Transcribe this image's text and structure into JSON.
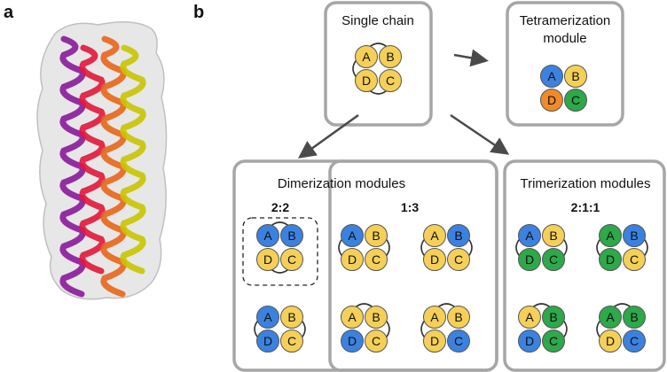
{
  "panel_labels": {
    "a": "a",
    "b": "b"
  },
  "colors": {
    "A": "#3b82e0",
    "B": "#f5d058",
    "C": "#2da84a",
    "D": "#f08a2a",
    "frame": "#a6a6a6",
    "text": "#111111"
  },
  "structure": {
    "description_icon": "coiled-coil-helix-bundle-image",
    "helix_colors": [
      "#8a1a9a",
      "#e0183a",
      "#e8651a",
      "#c9c400"
    ]
  },
  "boxes": {
    "single_chain": {
      "title": "Single chain"
    },
    "tetramerization": {
      "title_line1": "Tetramerization",
      "title_line2": "module"
    },
    "dimerization": {
      "title": "Dimerization modules",
      "label_22": "2:2",
      "label_13": "1:3"
    },
    "trimerization": {
      "title": "Trimerization modules",
      "label_211": "2:1:1"
    }
  },
  "modules": {
    "single_chain": {
      "colors": [
        "B",
        "B",
        "B",
        "B"
      ],
      "links": [
        "A-B",
        "A-D",
        "D-C"
      ]
    },
    "tetramer": {
      "colors": [
        "A",
        "B",
        "D",
        "C"
      ],
      "links": []
    },
    "dimer_22": {
      "colors": [
        "A",
        "A",
        "B",
        "B"
      ],
      "links": [
        "A-B",
        "D-C"
      ]
    },
    "dimer_22_b": {
      "colors": [
        "A",
        "B",
        "A",
        "B"
      ],
      "links": [
        "A-D",
        "B-C"
      ]
    },
    "dimer_13_1": {
      "colors": [
        "A",
        "B",
        "B",
        "B"
      ],
      "links": [
        "A-D",
        "B-C"
      ]
    },
    "dimer_13_2": {
      "colors": [
        "B",
        "A",
        "B",
        "B"
      ],
      "links": [
        "A-D",
        "B-C"
      ]
    },
    "dimer_13_3": {
      "colors": [
        "B",
        "B",
        "A",
        "B"
      ],
      "links": [
        "A-B",
        "B-C"
      ]
    },
    "dimer_13_4": {
      "colors": [
        "B",
        "B",
        "B",
        "A"
      ],
      "links": [
        "A-D",
        "A-B"
      ]
    },
    "trimer_1": {
      "colors": [
        "A",
        "B",
        "C",
        "C"
      ],
      "links": [
        "A-D",
        "B-C"
      ]
    },
    "trimer_2": {
      "colors": [
        "C",
        "A",
        "C",
        "B"
      ],
      "links": [
        "A-D",
        "B-C"
      ]
    },
    "trimer_3": {
      "colors": [
        "B",
        "C",
        "A",
        "C"
      ],
      "links": [
        "A-B",
        "B-C"
      ]
    },
    "trimer_4": {
      "colors": [
        "C",
        "C",
        "B",
        "A"
      ],
      "links": [
        "A-D",
        "A-B"
      ]
    }
  },
  "letters": [
    "A",
    "B",
    "D",
    "C"
  ]
}
